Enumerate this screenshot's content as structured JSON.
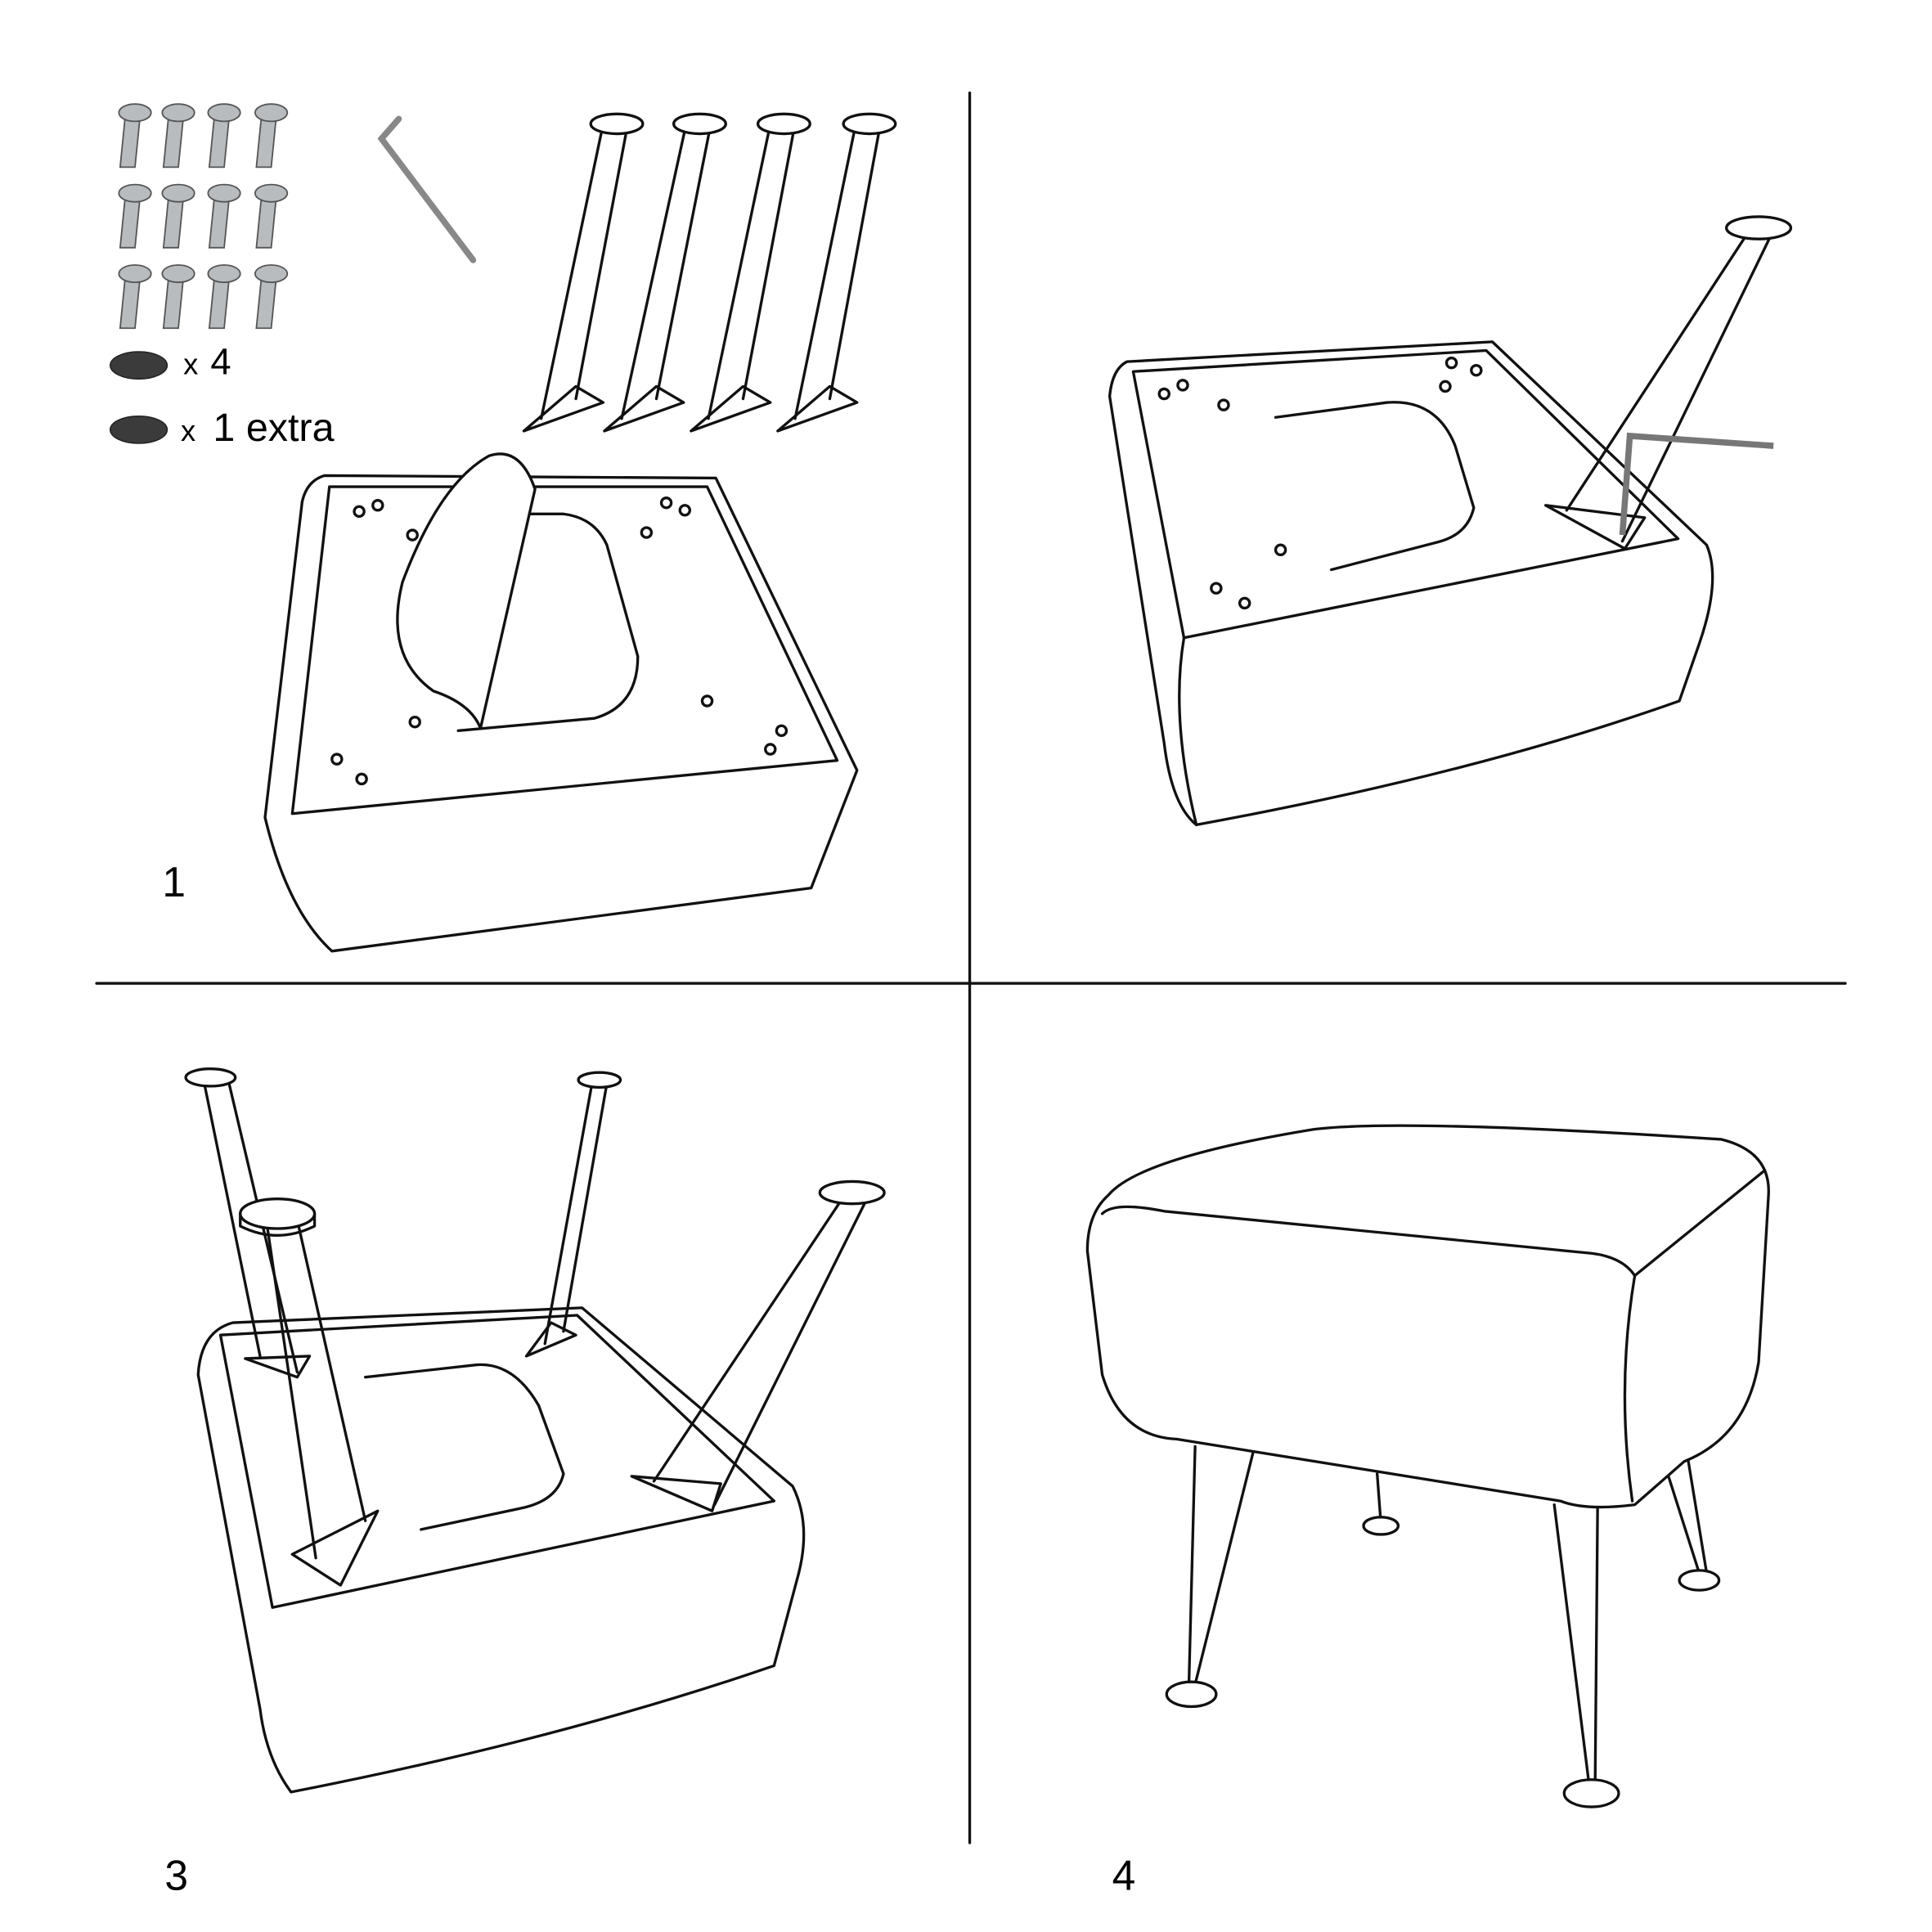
{
  "parts": {
    "pads_qty_prefix": "x",
    "pads_qty": "4",
    "extra_pad_prefix": "x",
    "extra_pad_label": "1 extra"
  },
  "steps": [
    {
      "label": "1"
    },
    {
      "label": "3"
    },
    {
      "label": "4"
    }
  ],
  "colors": {
    "line": "#111111",
    "pad": "#3b3b3b",
    "screw": "#b9bcbf"
  }
}
